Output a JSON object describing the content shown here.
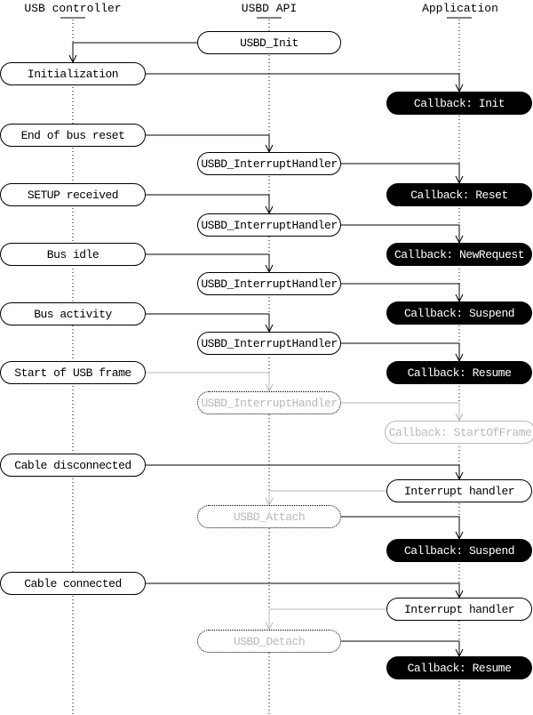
{
  "diagram": {
    "columns": [
      {
        "label": "USB controller"
      },
      {
        "label": "USBD API"
      },
      {
        "label": "Application"
      }
    ],
    "nodes": [
      {
        "id": "usbd-init",
        "label": "USBD_Init",
        "column": "usbd-api",
        "state": "active"
      },
      {
        "id": "initialization",
        "label": "Initialization",
        "column": "usb-controller",
        "state": "active"
      },
      {
        "id": "callback-init",
        "label": "Callback: Init",
        "column": "application",
        "state": "callback"
      },
      {
        "id": "end-of-bus-reset",
        "label": "End of bus reset",
        "column": "usb-controller",
        "state": "active"
      },
      {
        "id": "interrupt-handler-call-1",
        "label": "USBD_InterruptHandler",
        "column": "usbd-api",
        "state": "active"
      },
      {
        "id": "setup-received",
        "label": "SETUP received",
        "column": "usb-controller",
        "state": "active"
      },
      {
        "id": "callback-reset",
        "label": "Callback: Reset",
        "column": "application",
        "state": "callback"
      },
      {
        "id": "interrupt-handler-call-2",
        "label": "USBD_InterruptHandler",
        "column": "usbd-api",
        "state": "active"
      },
      {
        "id": "bus-idle",
        "label": "Bus idle",
        "column": "usb-controller",
        "state": "active"
      },
      {
        "id": "callback-newrequest",
        "label": "Callback: NewRequest",
        "column": "application",
        "state": "callback"
      },
      {
        "id": "interrupt-handler-call-3",
        "label": "USBD_InterruptHandler",
        "column": "usbd-api",
        "state": "active"
      },
      {
        "id": "bus-activity",
        "label": "Bus activity",
        "column": "usb-controller",
        "state": "active"
      },
      {
        "id": "callback-suspend",
        "label": "Callback: Suspend",
        "column": "application",
        "state": "callback"
      },
      {
        "id": "interrupt-handler-call-4",
        "label": "USBD_InterruptHandler",
        "column": "usbd-api",
        "state": "active"
      },
      {
        "id": "start-of-usb-frame",
        "label": "Start of USB frame",
        "column": "usb-controller",
        "state": "active"
      },
      {
        "id": "callback-resume",
        "label": "Callback: Resume",
        "column": "application",
        "state": "callback"
      },
      {
        "id": "interrupt-handler-call-5",
        "label": "USBD_InterruptHandler",
        "column": "usbd-api",
        "state": "inactive-dotted"
      },
      {
        "id": "callback-startofframe",
        "label": "Callback: StartOfFrame",
        "column": "application",
        "state": "inactive"
      },
      {
        "id": "cable-disconnected",
        "label": "Cable disconnected",
        "column": "usb-controller",
        "state": "active"
      },
      {
        "id": "interrupt-handler-1",
        "label": "Interrupt handler",
        "column": "application",
        "state": "active"
      },
      {
        "id": "usbd-attach",
        "label": "USBD_Attach",
        "column": "usbd-api",
        "state": "inactive-dotted"
      },
      {
        "id": "callback-suspend-2",
        "label": "Callback: Suspend",
        "column": "application",
        "state": "callback"
      },
      {
        "id": "cable-connected",
        "label": "Cable connected",
        "column": "usb-controller",
        "state": "active"
      },
      {
        "id": "interrupt-handler-2",
        "label": "Interrupt handler",
        "column": "application",
        "state": "active"
      },
      {
        "id": "usbd-detach",
        "label": "USBD_Detach",
        "column": "usbd-api",
        "state": "inactive-dotted"
      },
      {
        "id": "callback-resume-2",
        "label": "Callback: Resume",
        "column": "application",
        "state": "callback"
      }
    ],
    "colors": {
      "line": "#000000",
      "inactive": "#b9b9b9",
      "callback_bg": "#000000",
      "callback_text": "#ffffff",
      "background": "#ffffff"
    }
  }
}
